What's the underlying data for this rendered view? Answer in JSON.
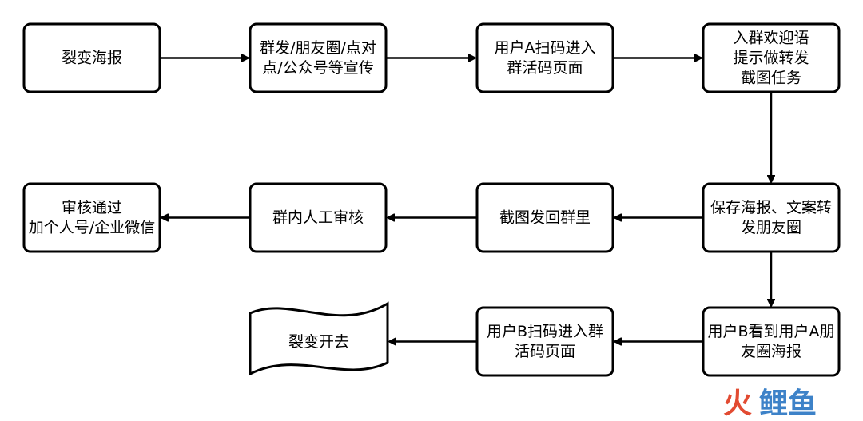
{
  "nodes": [
    {
      "id": "n1",
      "lines": [
        "裂变海报"
      ]
    },
    {
      "id": "n2",
      "lines": [
        "群发/朋友圈/点对",
        "点/公众号等宣传"
      ]
    },
    {
      "id": "n3",
      "lines": [
        "用户A扫码进入",
        "群活码页面"
      ]
    },
    {
      "id": "n4",
      "lines": [
        "入群欢迎语",
        "提示做转发",
        "截图任务"
      ]
    },
    {
      "id": "n5",
      "lines": [
        "保存海报、文案转",
        "发朋友圈"
      ]
    },
    {
      "id": "n6",
      "lines": [
        "截图发回群里"
      ]
    },
    {
      "id": "n7",
      "lines": [
        "群内人工审核"
      ]
    },
    {
      "id": "n8",
      "lines": [
        "审核通过",
        "加个人号/企业微信"
      ]
    },
    {
      "id": "n9",
      "lines": [
        "用户B看到用户A朋",
        "友圈海报"
      ]
    },
    {
      "id": "n10",
      "lines": [
        "用户B扫码进入群",
        "活码页面"
      ]
    },
    {
      "id": "n11",
      "lines": [
        "裂变开去"
      ]
    }
  ],
  "edges": [
    [
      "n1",
      "n2"
    ],
    [
      "n2",
      "n3"
    ],
    [
      "n3",
      "n4"
    ],
    [
      "n4",
      "n5"
    ],
    [
      "n5",
      "n6"
    ],
    [
      "n6",
      "n7"
    ],
    [
      "n7",
      "n8"
    ],
    [
      "n5",
      "n9"
    ],
    [
      "n9",
      "n10"
    ],
    [
      "n10",
      "n11"
    ]
  ],
  "watermark": {
    "part1": "火",
    "part2": "鲤鱼"
  }
}
